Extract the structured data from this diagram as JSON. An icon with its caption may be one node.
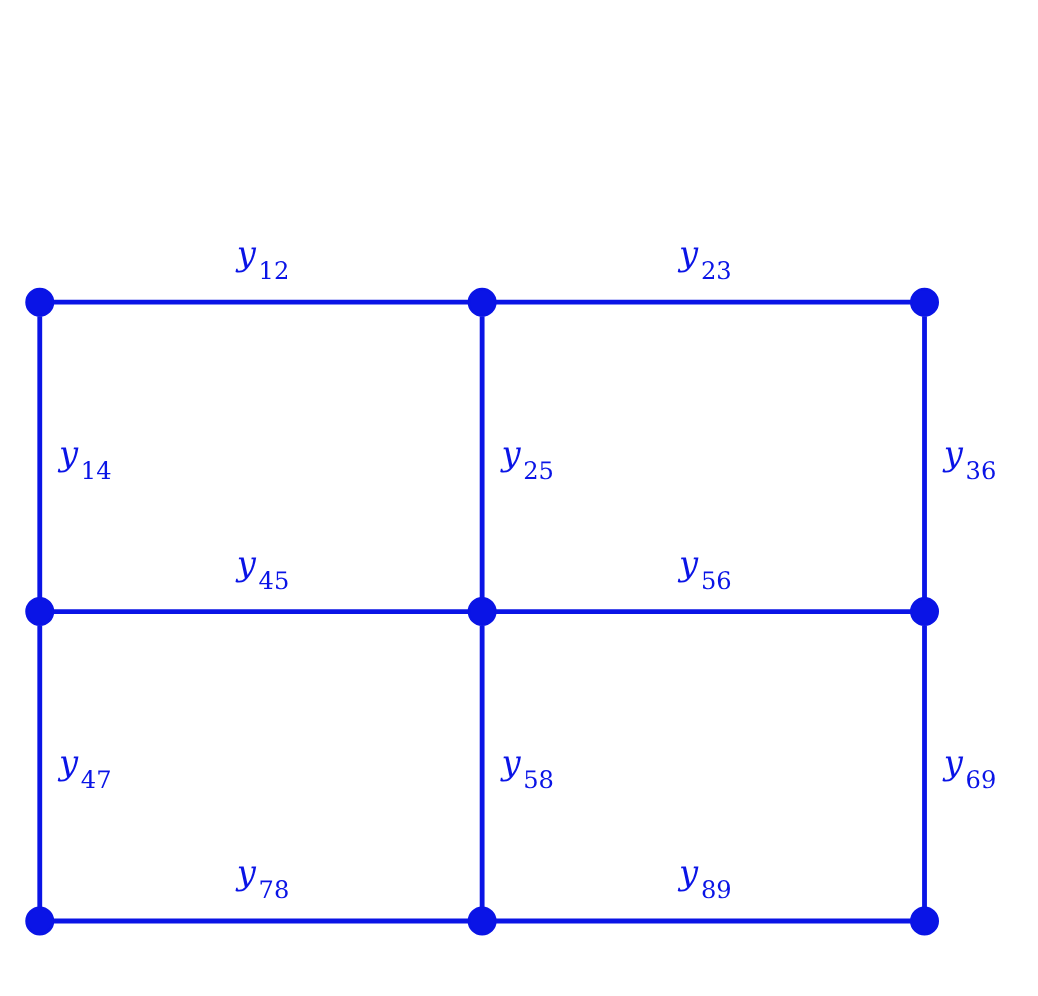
{
  "diagram": {
    "nodes": [
      {
        "text": [],
        "shape": "circle"
      },
      {
        "text": [],
        "shape": "circle"
      },
      {
        "text": [],
        "shape": "circle"
      },
      {
        "text": [],
        "shape": "circle"
      },
      {
        "text": [],
        "shape": "circle"
      },
      {
        "text": [],
        "shape": "circle"
      },
      {
        "text": [],
        "shape": "circle"
      },
      {
        "text": [],
        "shape": "circle"
      },
      {
        "text": [],
        "shape": "circle"
      }
    ],
    "edges": [
      {
        "from": 0,
        "to": 1,
        "arrow": "none",
        "label": "y$_{12}$"
      },
      {
        "from": 1,
        "to": 2,
        "arrow": "none",
        "label": "y$_{23}$"
      },
      {
        "from": 0,
        "to": 3,
        "arrow": "none",
        "label": "y$_{14}$"
      },
      {
        "from": 1,
        "to": 4,
        "arrow": "none",
        "label": "y$_{25}$"
      },
      {
        "from": 2,
        "to": 5,
        "arrow": "none",
        "label": "y$_{36}$"
      },
      {
        "from": 3,
        "to": 4,
        "arrow": "none",
        "label": "y$_{45}$"
      },
      {
        "from": 4,
        "to": 5,
        "arrow": "none",
        "label": "y$_{56}$"
      },
      {
        "from": 3,
        "to": 6,
        "arrow": "none",
        "label": "y$_{47}$"
      },
      {
        "from": 4,
        "to": 7,
        "arrow": "none",
        "label": "y$_{58}$"
      },
      {
        "from": 5,
        "to": 8,
        "arrow": "none",
        "label": "y$_{69}$"
      },
      {
        "from": 6,
        "to": 7,
        "arrow": "none",
        "label": "y$_{78}$"
      },
      {
        "from": 7,
        "to": 8,
        "arrow": "none",
        "label": "y$_{89}$"
      }
    ]
  }
}
